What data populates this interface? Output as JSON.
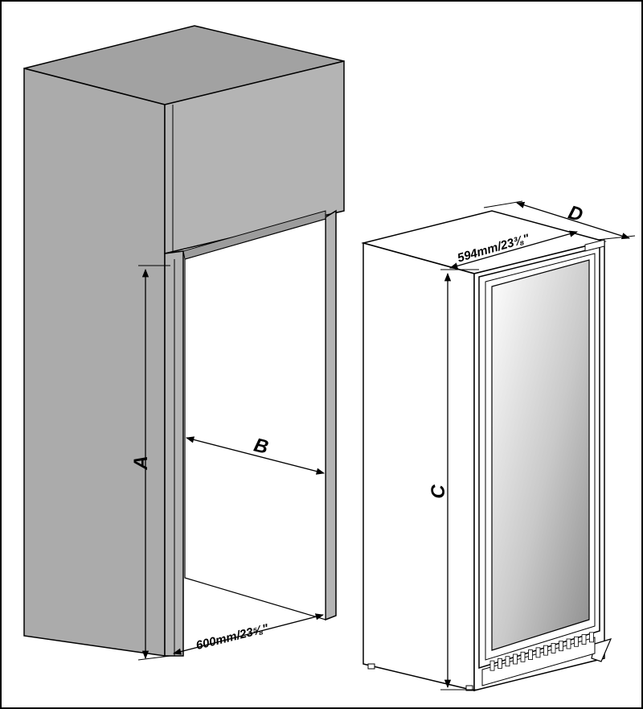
{
  "colors": {
    "cabinet": "#ababab",
    "cabinet_front": "#b4b4b4",
    "cabinet_top": "#a2a2a2",
    "line": "#000000",
    "appliance": "#ffffff"
  },
  "labels": {
    "a": "A",
    "b": "B",
    "c": "C",
    "d": "D",
    "niche_width": "600mm/23⅝\"",
    "appliance_width": "594mm/23⅜\""
  }
}
